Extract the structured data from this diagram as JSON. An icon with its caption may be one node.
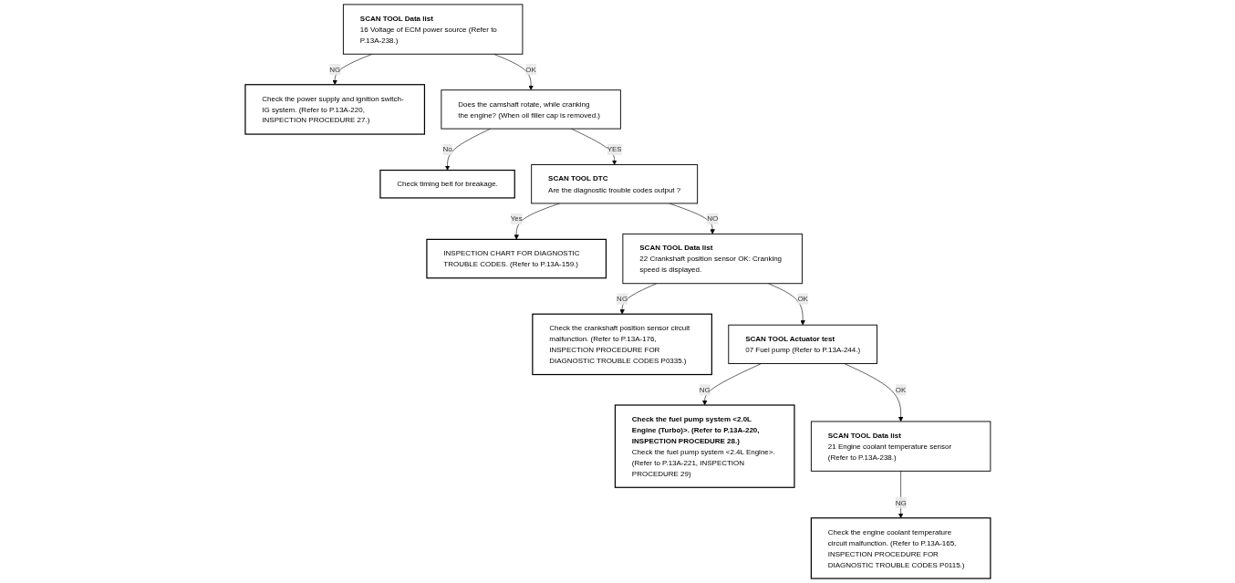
{
  "diagram": {
    "nodes": [
      {
        "text": [
          "SCAN TOOL Data list",
          "16 Voltage of ECM power source (Refer to P.13A-238.)"
        ]
      },
      {
        "text": [
          "Check the power supply and ignition switch-IG system. (Refer to P.13A-220, INSPECTION PROCEDURE 27.)"
        ]
      },
      {
        "text": [
          "Does the camshaft rotate, while cranking the engine? (When oil filler cap is removed.)"
        ]
      },
      {
        "text": [
          "Check timing belt for breakage."
        ]
      },
      {
        "text": [
          "SCAN TOOL DTC",
          "Are the diagnostic trouble codes output ?"
        ]
      },
      {
        "text": [
          "INSPECTION CHART FOR DIAGNOSTIC TROUBLE CODES. (Refer to P.13A-159.)"
        ]
      },
      {
        "text": [
          "SCAN TOOL Data list",
          "22 Crankshaft position sensor OK: Cranking speed is displayed."
        ]
      },
      {
        "text": [
          "Check the crankshaft position sensor circuit malfunction. (Refer to P.13A-176, INSPECTION PROCEDURE FOR DIAGNOSTIC TROUBLE CODES P0335.)"
        ]
      },
      {
        "text": [
          "SCAN TOOL Actuator test",
          "07 Fuel pump (Refer to P.13A-244.)"
        ]
      },
      {
        "text": [
          "Check the fuel pump system <2.0L Engine (Turbo)>. (Refer to P.13A-220, INSPECTION PROCEDURE 28.)",
          "Check the fuel pump system <2.4L Engine>. (Refer to P.13A-221, INSPECTION PROCEDURE 29)"
        ]
      },
      {
        "text": [
          "SCAN TOOL Data list",
          "21 Engine coolant temperature sensor (Refer to P.13A-238.)"
        ]
      },
      {
        "text": [
          "Check the engine coolant temperature circuit malfunction. (Refer to P.13A-165, INSPECTION PROCEDURE FOR DIAGNOSTIC TROUBLE CODES P0115.)"
        ]
      }
    ],
    "edges": [
      {
        "from": 0,
        "to": 1,
        "arrow": "to",
        "label": "NG"
      },
      {
        "from": 0,
        "to": 2,
        "arrow": "to",
        "label": "OK"
      },
      {
        "from": 2,
        "to": 3,
        "arrow": "to",
        "label": "No"
      },
      {
        "from": 2,
        "to": 4,
        "arrow": "to",
        "label": "YES"
      },
      {
        "from": 4,
        "to": 5,
        "arrow": "to",
        "label": "Yes"
      },
      {
        "from": 4,
        "to": 6,
        "arrow": "to",
        "label": "NO"
      },
      {
        "from": 6,
        "to": 7,
        "arrow": "to",
        "label": "NG"
      },
      {
        "from": 6,
        "to": 8,
        "arrow": "to",
        "label": "OK"
      },
      {
        "from": 8,
        "to": 9,
        "arrow": "to",
        "label": "NG"
      },
      {
        "from": 8,
        "to": 10,
        "arrow": "to",
        "label": "OK"
      },
      {
        "from": 10,
        "to": 11,
        "arrow": "to",
        "label": "NG"
      }
    ]
  }
}
